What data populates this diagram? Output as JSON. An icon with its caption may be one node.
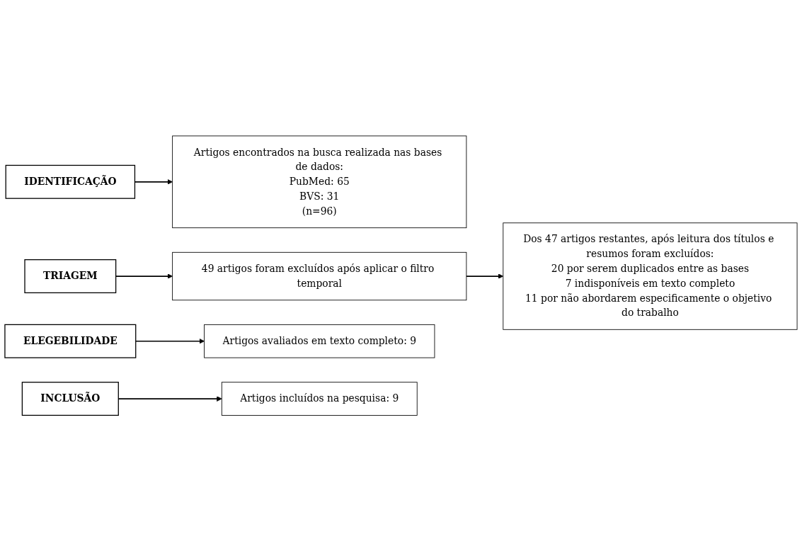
{
  "diagram": {
    "nodes": [
      {
        "text": [
          "IDENTIFICAÇÃO"
        ]
      },
      {
        "text": [
          "Artigos encontrados na busca realizada nas bases de dados:",
          "PubMed: 65",
          "BVS: 31",
          "(n=96)"
        ]
      },
      {
        "text": [
          "TRIAGEM"
        ]
      },
      {
        "text": [
          "49 artigos foram excluídos após aplicar o filtro temporal"
        ]
      },
      {
        "text": [
          "Dos 47 artigos restantes, após leitura dos títulos e resumos foram excluídos:",
          "20 por serem duplicados entre as bases",
          "7 indisponíveis em texto completo",
          "11 por não abordarem especificamente o objetivo do trabalho"
        ]
      },
      {
        "text": [
          "ELEGEBILIDADE"
        ]
      },
      {
        "text": [
          "Artigos avaliados em texto completo: 9"
        ]
      },
      {
        "text": [
          "INCLUSÃO"
        ]
      },
      {
        "text": [
          "Artigos incluídos na pesquisa: 9"
        ]
      }
    ],
    "edges": [
      {
        "from": 0,
        "to": 1,
        "arrow": "to"
      },
      {
        "from": 2,
        "to": 3,
        "arrow": "to"
      },
      {
        "from": 3,
        "to": 4,
        "arrow": "to"
      },
      {
        "from": 5,
        "to": 6,
        "arrow": "to"
      },
      {
        "from": 7,
        "to": 8,
        "arrow": "to"
      }
    ]
  }
}
